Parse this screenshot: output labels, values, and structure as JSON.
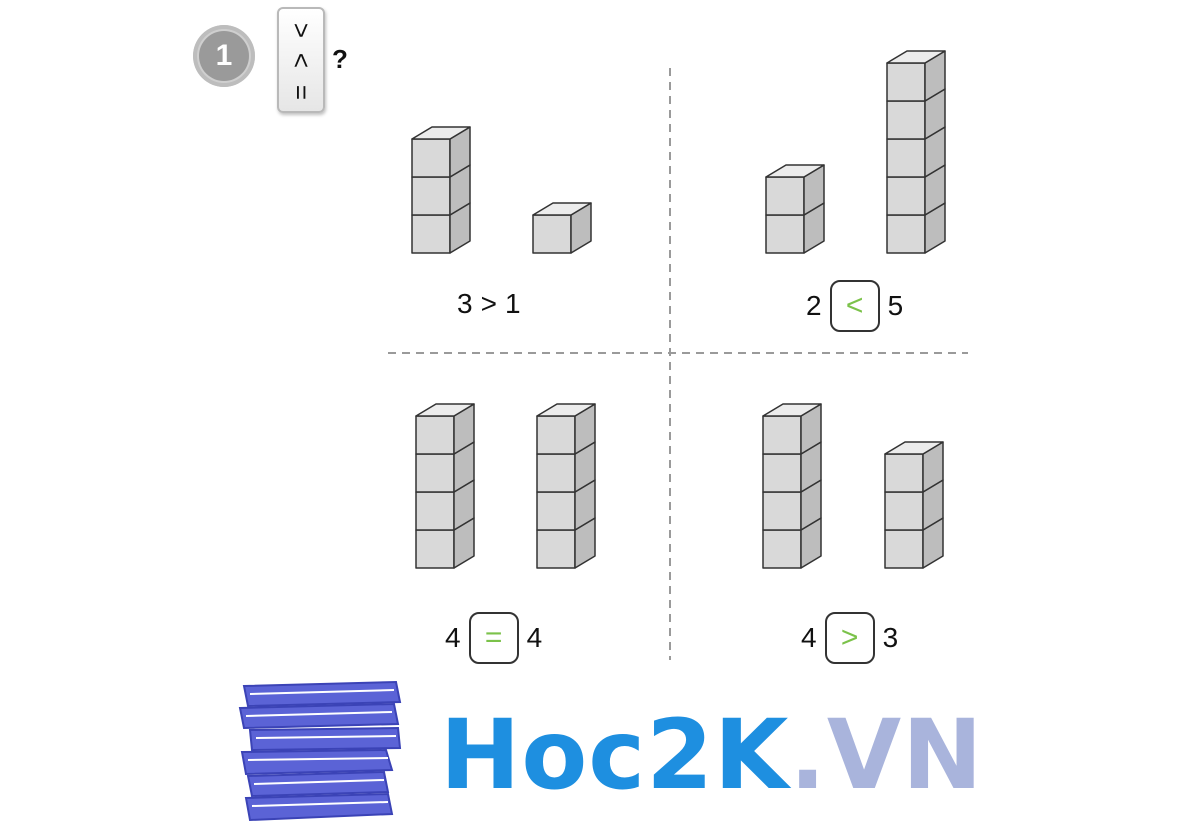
{
  "exercise": {
    "number": "1",
    "symbols": [
      ">",
      "<",
      "="
    ],
    "question_mark": "?"
  },
  "problems": [
    {
      "left_count": 3,
      "right_count": 1,
      "left": "3",
      "symbol": ">",
      "right": "1",
      "boxed": false
    },
    {
      "left_count": 2,
      "right_count": 5,
      "left": "2",
      "symbol": "<",
      "right": "5",
      "boxed": true
    },
    {
      "left_count": 4,
      "right_count": 4,
      "left": "4",
      "symbol": "=",
      "right": "4",
      "boxed": true
    },
    {
      "left_count": 4,
      "right_count": 3,
      "left": "4",
      "symbol": ">",
      "right": "3",
      "boxed": true
    }
  ],
  "logo": {
    "main": "Hoc2K",
    "suffix": ".VN",
    "main_color": "#1e8fe0",
    "suffix_color": "#a9b4dc",
    "books_color": "#5b63d6"
  },
  "colors": {
    "cube_front": "#d9d9d9",
    "cube_top": "#ececec",
    "cube_side": "#bdbdbd",
    "answer_green": "#7bc24a"
  }
}
